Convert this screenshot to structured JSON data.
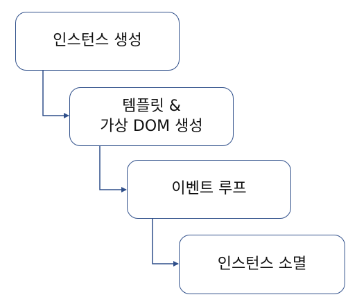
{
  "diagram": {
    "line_color": "#2f4f8a",
    "steps": [
      {
        "label": "인스턴스 생성"
      },
      {
        "label": "템플릿 &\n가상 DOM 생성"
      },
      {
        "label": "이벤트 루프"
      },
      {
        "label": "인스턴스 소멸"
      }
    ]
  }
}
